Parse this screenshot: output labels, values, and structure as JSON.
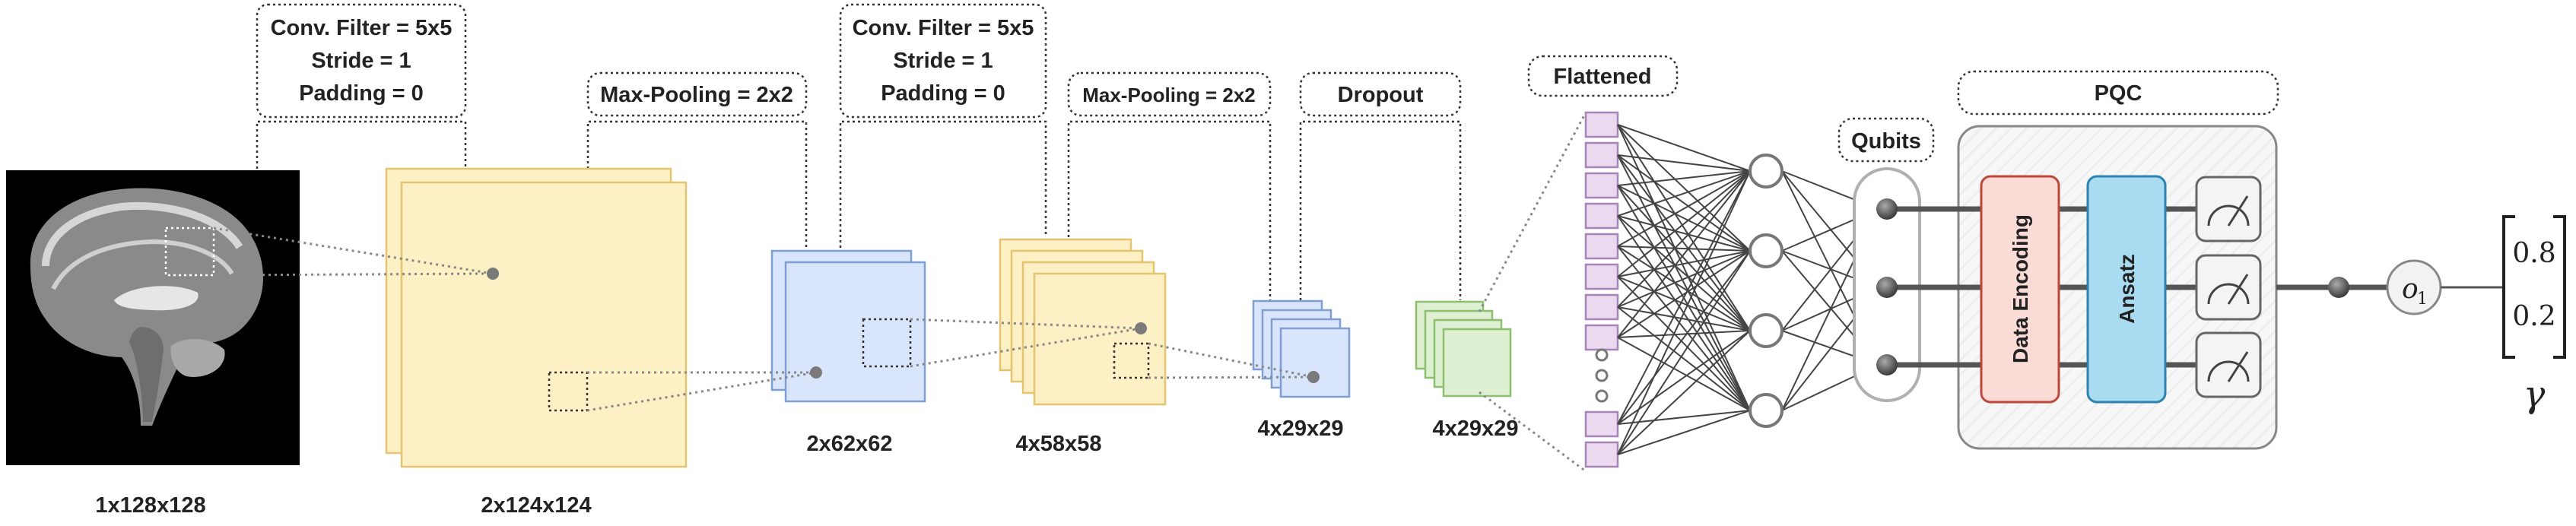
{
  "labels": {
    "conv1": [
      "Conv. Filter = 5x5",
      "Stride = 1",
      "Padding = 0"
    ],
    "pool1": "Max-Pooling = 2x2",
    "conv2": [
      "Conv. Filter = 5x5",
      "Stride = 1",
      "Padding = 0"
    ],
    "pool2": "Max-Pooling = 2x2",
    "dropout": "Dropout",
    "flattened": "Flattened",
    "qubits": "Qubits",
    "pqc": "PQC",
    "data_encoding": "Data Encoding",
    "ansatz": "Ansatz"
  },
  "dims": {
    "input": "1x128x128",
    "conv1": "2x124x124",
    "pool1": "2x62x62",
    "conv2": "4x58x58",
    "pool2": "4x29x29",
    "dropout": "4x29x29"
  },
  "output": {
    "node": "o",
    "node_sub": "1",
    "values": [
      "0.8",
      "0.2"
    ],
    "symbol": "γ"
  },
  "colors": {
    "yellow_fill": "#fdf0c4",
    "yellow_stroke": "#e3c46f",
    "blue_fill": "#d9e5fb",
    "blue_stroke": "#7d9fd2",
    "green_fill": "#dff0d2",
    "green_stroke": "#8dbf70",
    "purple_fill": "#ead9ef",
    "purple_stroke": "#a584b8",
    "red_fill": "#fadbd6",
    "red_stroke": "#c0463b",
    "cyan_fill": "#a9dcf0",
    "cyan_stroke": "#2c83b0"
  }
}
